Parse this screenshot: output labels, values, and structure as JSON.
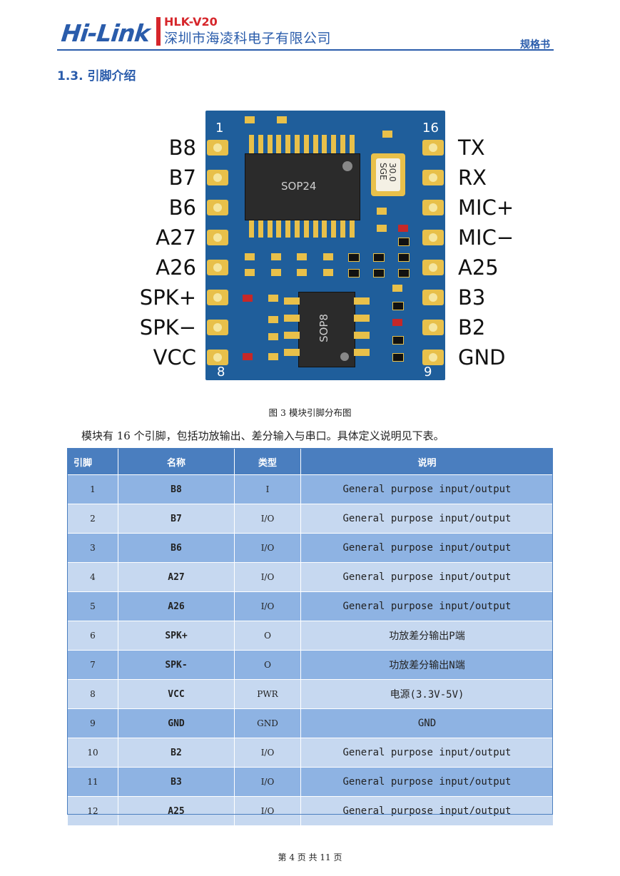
{
  "header": {
    "logo": "Hi-Link",
    "model": "HLK-V20",
    "company": "深圳市海凌科电子有限公司",
    "doc_type": "规格书"
  },
  "section_title": "1.3. 引脚介绍",
  "module": {
    "left_pins": [
      "B8",
      "B7",
      "B6",
      "A27",
      "A26",
      "SPK+",
      "SPK−",
      "VCC"
    ],
    "right_pins": [
      "TX",
      "RX",
      "MIC+",
      "MIC−",
      "A25",
      "B3",
      "B2",
      "GND"
    ],
    "corner_labels": {
      "top_left": "1",
      "top_right": "16",
      "bottom_left": "8",
      "bottom_right": "9"
    },
    "chip_main": "SOP24",
    "chip_small": "SOP8",
    "crystal": "30.0\nSGE"
  },
  "caption": "图 3 模块引脚分布图",
  "intro": "模块有 16 个引脚，包括功放输出、差分输入与串口。具体定义说明见下表。",
  "table": {
    "headers": {
      "pin": "引脚",
      "name": "名称",
      "type": "类型",
      "desc": "说明"
    },
    "rows": [
      {
        "pin": "1",
        "name": "B8",
        "type": "I",
        "desc": "General purpose input/output"
      },
      {
        "pin": "2",
        "name": "B7",
        "type": "I/O",
        "desc": "General purpose input/output"
      },
      {
        "pin": "3",
        "name": "B6",
        "type": "I/O",
        "desc": "General purpose input/output"
      },
      {
        "pin": "4",
        "name": "A27",
        "type": "I/O",
        "desc": "General purpose input/output"
      },
      {
        "pin": "5",
        "name": "A26",
        "type": "I/O",
        "desc": "General purpose input/output"
      },
      {
        "pin": "6",
        "name": "SPK+",
        "type": "O",
        "desc": "功放差分输出P端"
      },
      {
        "pin": "7",
        "name": "SPK-",
        "type": "O",
        "desc": "功放差分输出N端"
      },
      {
        "pin": "8",
        "name": "VCC",
        "type": "PWR",
        "desc": "电源(3.3V-5V)"
      },
      {
        "pin": "9",
        "name": "GND",
        "type": "GND",
        "desc": "GND"
      },
      {
        "pin": "10",
        "name": "B2",
        "type": "I/O",
        "desc": "General purpose input/output"
      },
      {
        "pin": "11",
        "name": "B3",
        "type": "I/O",
        "desc": "General purpose input/output"
      },
      {
        "pin": "12",
        "name": "A25",
        "type": "I/O",
        "desc": "General purpose input/output"
      }
    ]
  },
  "footer": "第 4 页 共 11 页",
  "colors": {
    "brand_blue": "#2a5cab",
    "brand_red": "#d6262b",
    "header_blue": "#4a7ebf"
  }
}
